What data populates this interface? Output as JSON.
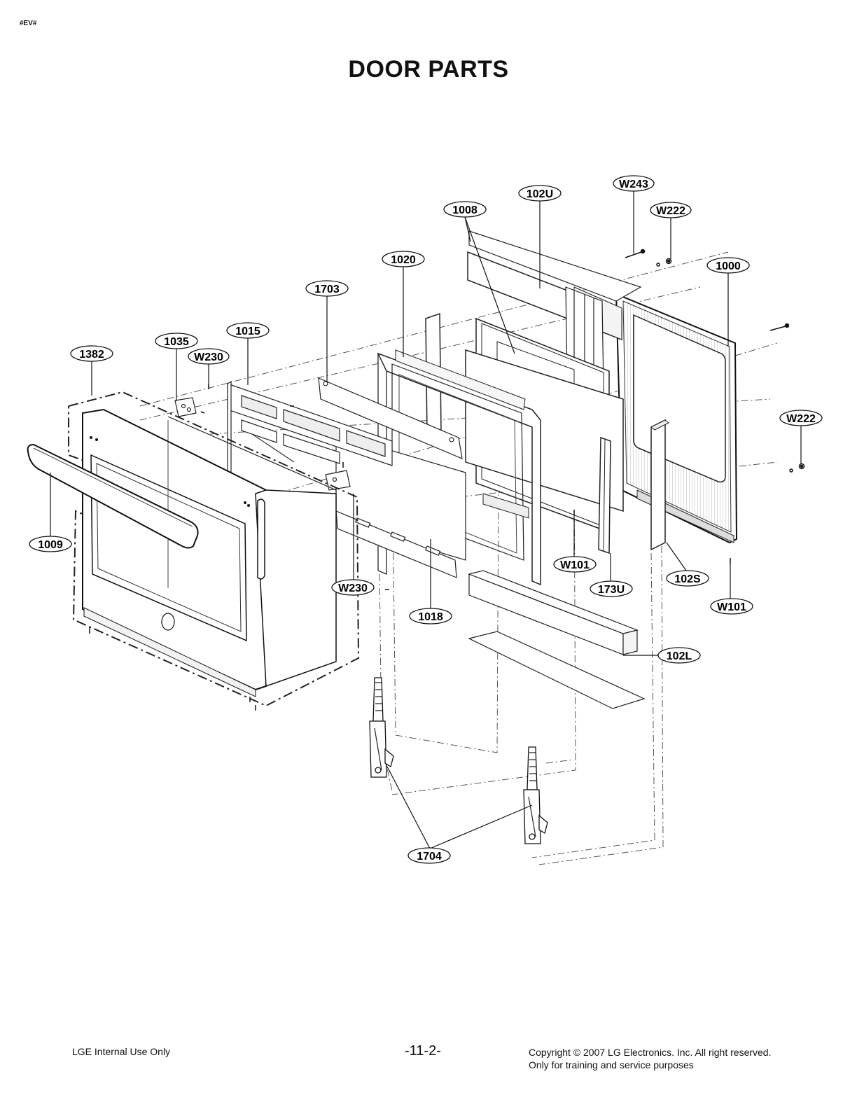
{
  "header": {
    "tag": "#EV#",
    "title": "DOOR PARTS"
  },
  "callouts": [
    {
      "id": "W243",
      "label": "W243"
    },
    {
      "id": "102U",
      "label": "102U"
    },
    {
      "id": "W222-top",
      "label": "W222"
    },
    {
      "id": "1008",
      "label": "1008"
    },
    {
      "id": "1000",
      "label": "1000"
    },
    {
      "id": "1020",
      "label": "1020"
    },
    {
      "id": "1703",
      "label": "1703"
    },
    {
      "id": "1015",
      "label": "1015"
    },
    {
      "id": "1035",
      "label": "1035"
    },
    {
      "id": "W230-top",
      "label": "W230"
    },
    {
      "id": "1382",
      "label": "1382"
    },
    {
      "id": "W222-right",
      "label": "W222"
    },
    {
      "id": "1009",
      "label": "1009"
    },
    {
      "id": "W101-mid",
      "label": "W101"
    },
    {
      "id": "173U",
      "label": "173U"
    },
    {
      "id": "102S",
      "label": "102S"
    },
    {
      "id": "W101-right",
      "label": "W101"
    },
    {
      "id": "W230-low",
      "label": "W230"
    },
    {
      "id": "1018",
      "label": "1018"
    },
    {
      "id": "102L",
      "label": "102L"
    },
    {
      "id": "1704",
      "label": "1704"
    }
  ],
  "footer": {
    "left": "LGE Internal Use Only",
    "center": "-11-2-",
    "right_line1": "Copyright © 2007 LG Electronics. Inc. All right reserved.",
    "right_line2": "Only for training and service purposes"
  }
}
